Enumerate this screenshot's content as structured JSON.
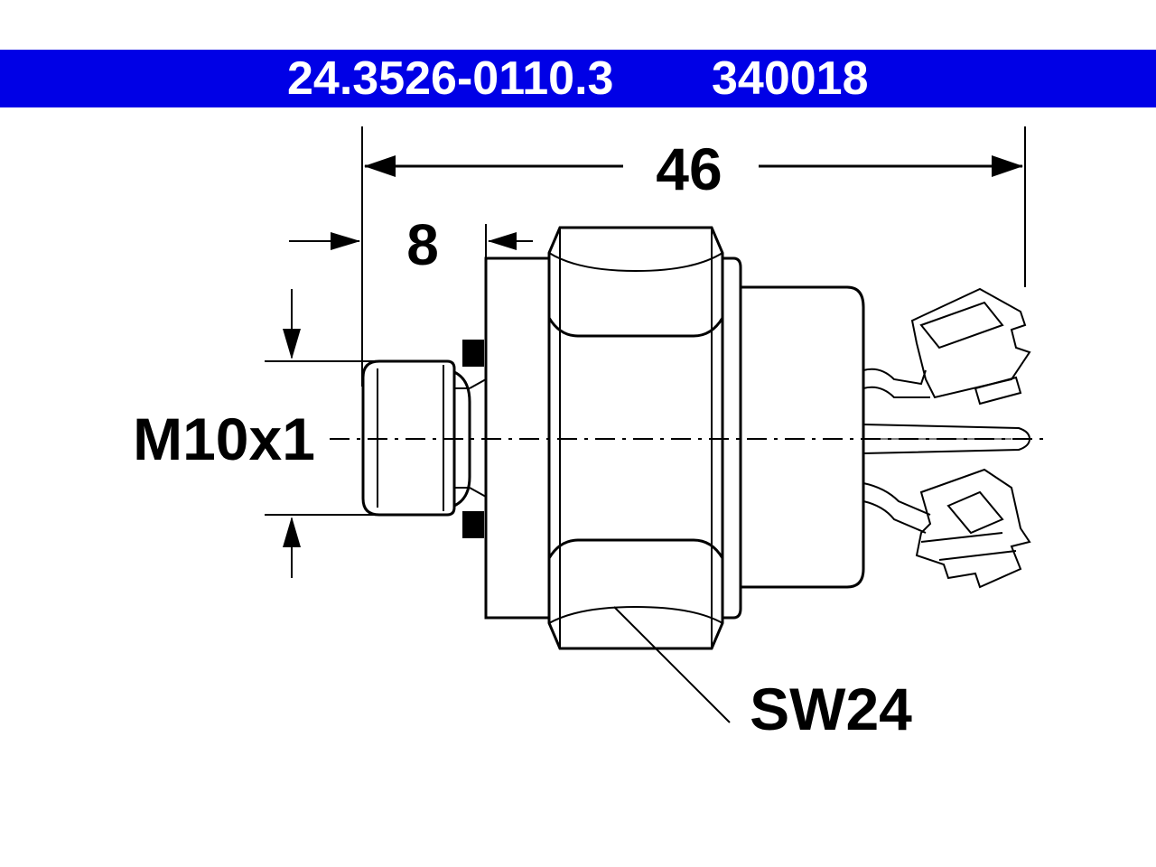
{
  "header": {
    "part_number": "24.3526-0110.3",
    "reference_number": "340018",
    "background_color": "#0000e6",
    "text_color": "#ffffff"
  },
  "dimensions": {
    "overall_length": "46",
    "thread_length": "8",
    "thread_spec": "M10x1",
    "wrench_size": "SW24"
  }
}
